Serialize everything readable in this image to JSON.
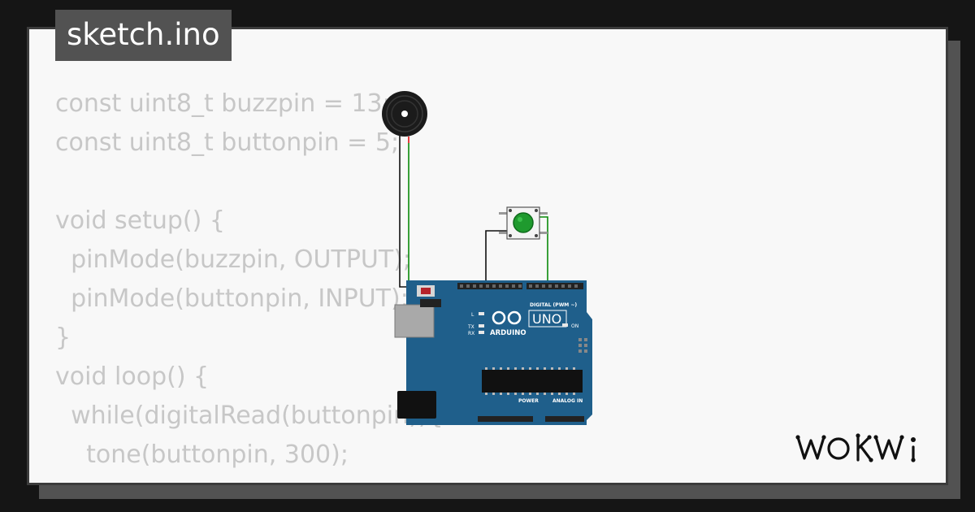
{
  "tab": {
    "filename": "sketch.ino"
  },
  "code": {
    "lines": [
      "const uint8_t buzzpin = 13;",
      "const uint8_t buttonpin = 5;",
      "",
      "void setup() {",
      "  pinMode(buzzpin, OUTPUT);",
      "  pinMode(buttonpin, INPUT);",
      "}",
      "void loop() {",
      "  while(digitalRead(buttonpin)){",
      "    tone(buttonpin, 300);",
      "  }"
    ]
  },
  "board": {
    "brand": "ARDUINO",
    "model": "UNO",
    "digital_header": "DIGITAL (PWM ~)",
    "power_header": "POWER",
    "analog_header": "ANALOG IN",
    "led_l": "L",
    "led_tx": "TX",
    "led_rx": "RX",
    "led_on": "ON"
  },
  "brand": {
    "logo_text": "WOKWi"
  },
  "colors": {
    "background": "#151515",
    "card": "#f8f8f8",
    "tab": "#525252",
    "code_text": "#c7c7c7",
    "board_blue": "#1f5f8b",
    "button_green": "#1f9a2e",
    "wire_green": "#0a8a0a",
    "wire_red": "#e01010",
    "wire_black": "#111111"
  }
}
